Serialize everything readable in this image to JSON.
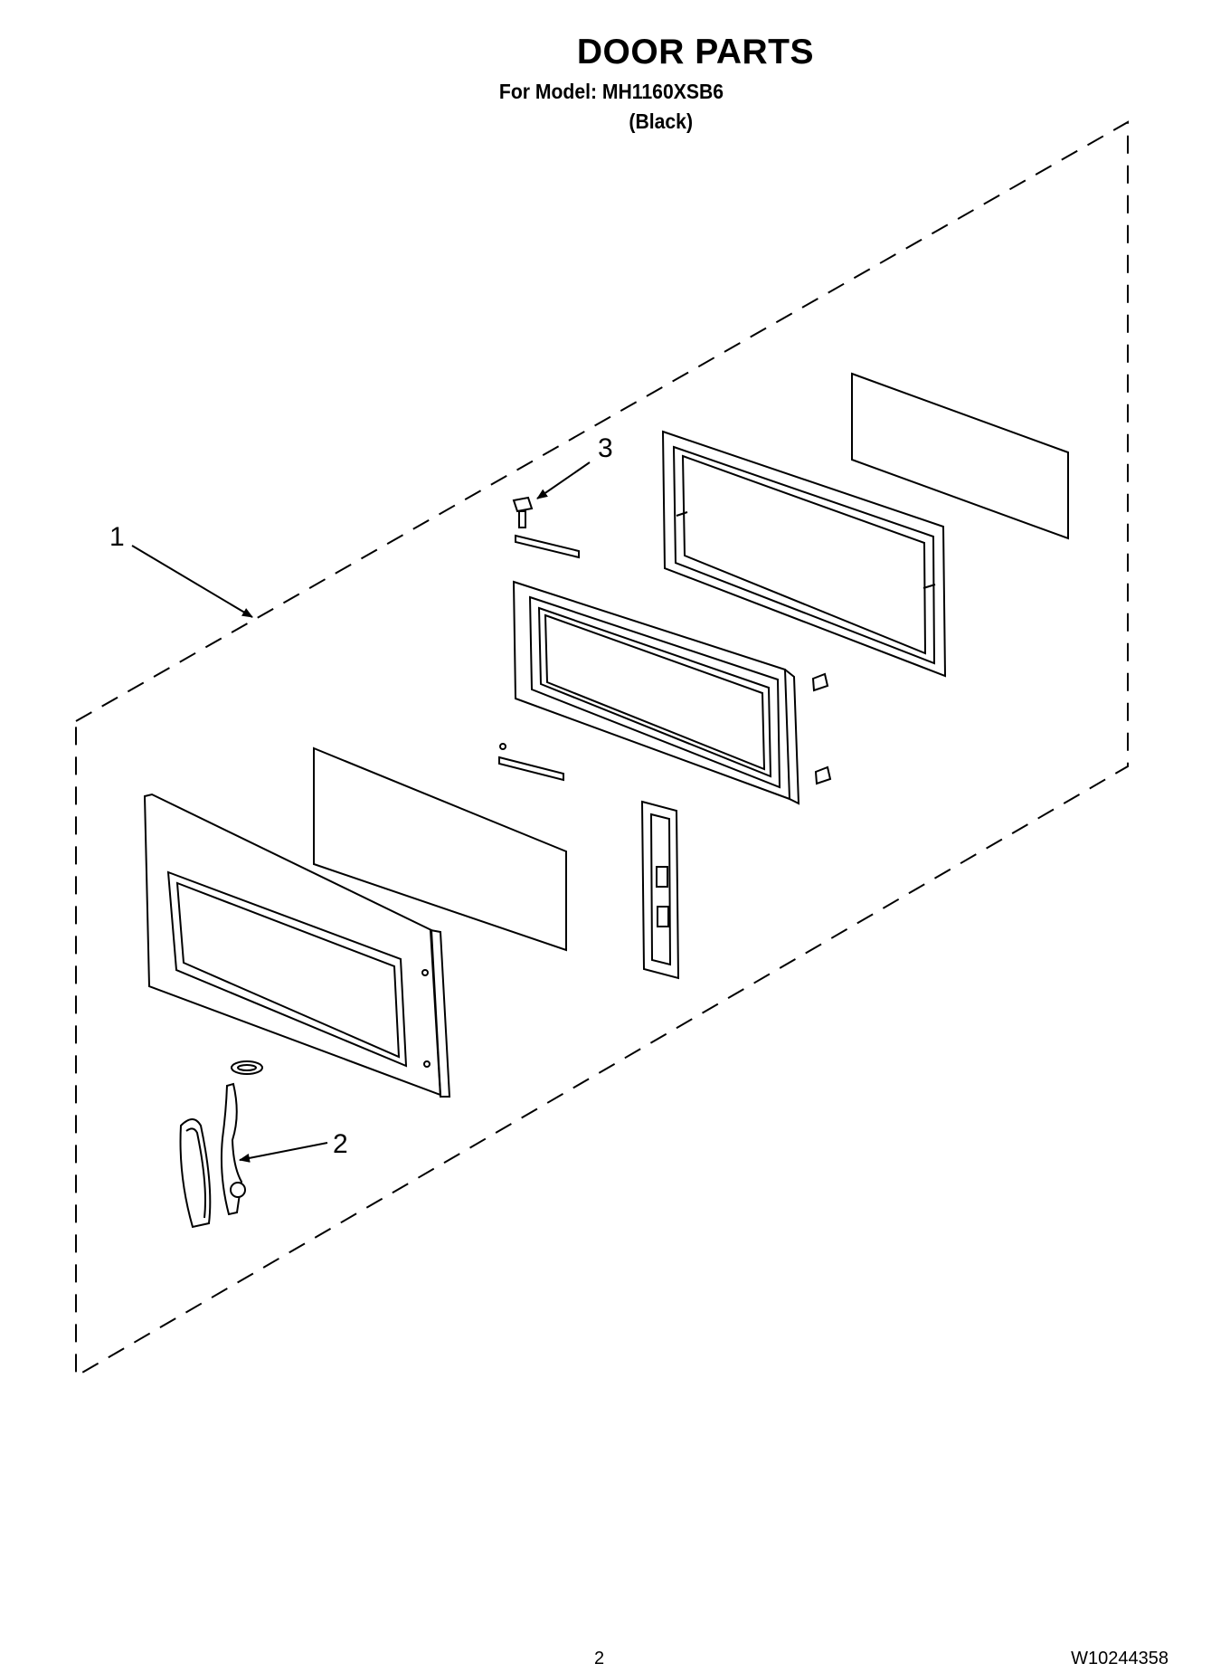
{
  "header": {
    "title": "DOOR PARTS",
    "model": "For Model: MH1160XSB6",
    "variant": "(Black)"
  },
  "callouts": [
    "1",
    "2",
    "3"
  ],
  "footer": {
    "page": "2",
    "doc_number": "W10244358"
  }
}
